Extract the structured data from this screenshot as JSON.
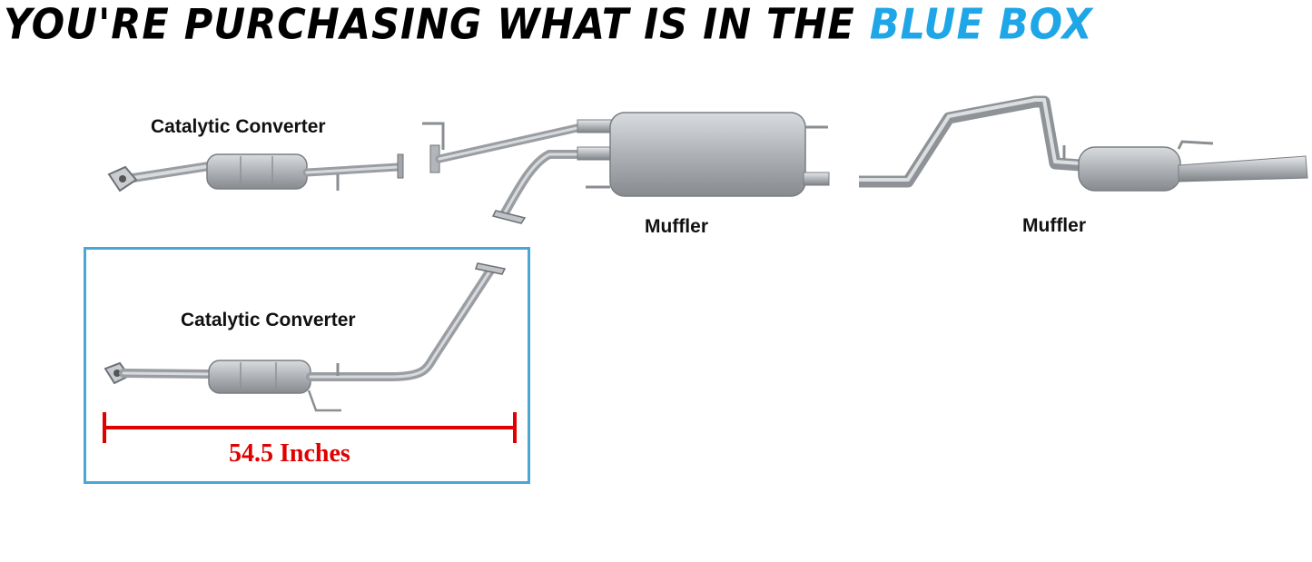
{
  "headline": {
    "main": "YOU'RE PURCHASING WHAT IS IN THE ",
    "highlight": "BLUE BOX"
  },
  "labels": {
    "top_converter": "Catalytic Converter",
    "mid_muffler": "Muffler",
    "rear_muffler": "Muffler",
    "box_converter": "Catalytic Converter"
  },
  "measurement": {
    "text": "54.5 Inches"
  },
  "colors": {
    "accent_blue": "#1ea6e6",
    "box_border": "#4ba6d8",
    "measure_red": "#e00000",
    "metal": "#b8bcc0"
  }
}
